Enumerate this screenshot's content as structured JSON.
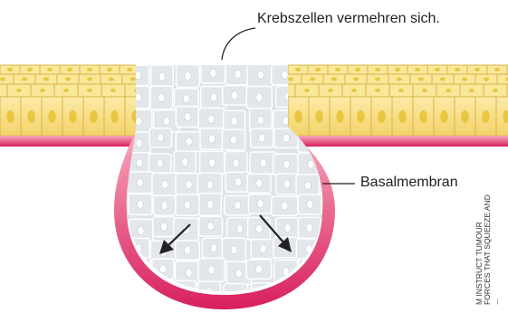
{
  "labels": {
    "proliferation": "Krebszellen vermehren sich.",
    "basement_membrane": "Basalmembran"
  },
  "credit": {
    "line1": "M INSTRUCT TUMOUR",
    "line2": "FORCES THAT SQUEEZE AND",
    "line3": "..."
  },
  "colors": {
    "epithelium_fill": "#f9e79a",
    "epithelium_stroke": "#d9b54a",
    "nucleus": "#e8c640",
    "tumor_fill": "#dfe3e8",
    "tumor_stroke": "#ffffff",
    "membrane": "#e0306a",
    "arrow": "#222222"
  }
}
